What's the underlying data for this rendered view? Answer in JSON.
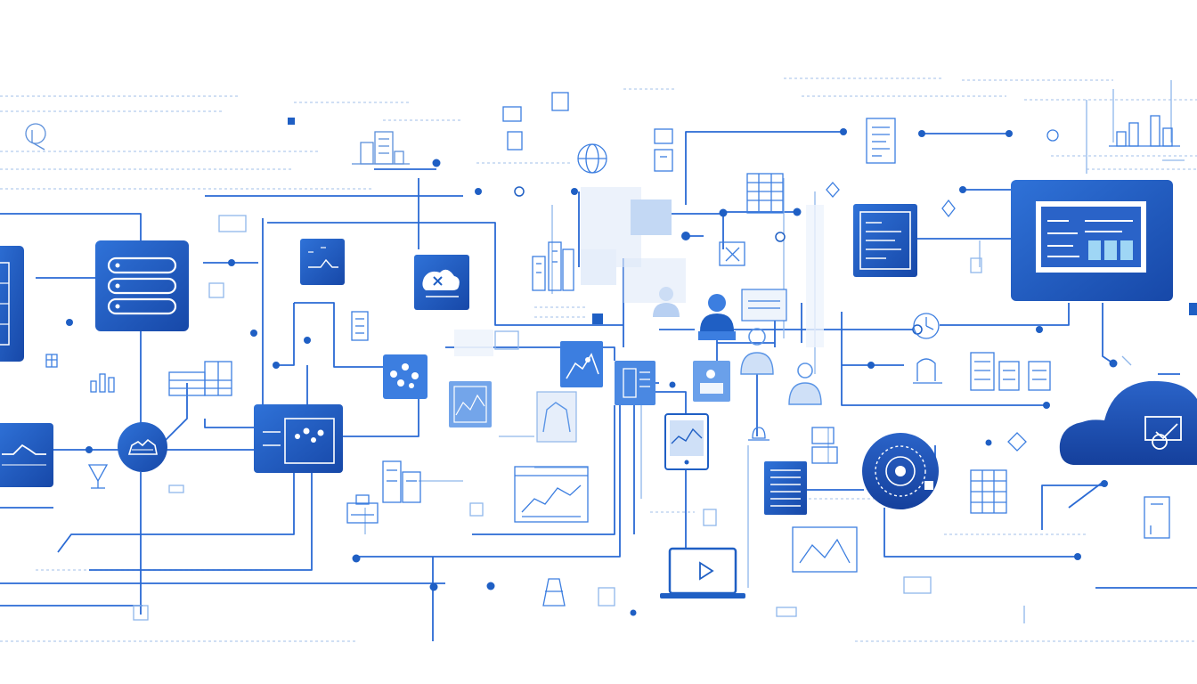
{
  "palette": {
    "primary": "#1f5fc4",
    "primary_dark": "#1748a8",
    "mid": "#3c7ee0",
    "light": "#8fb6ea",
    "pale": "#dce8f8",
    "faint": "#eef4fc",
    "line": "#2a6ad4",
    "faint_line": "#a9c4ea"
  },
  "nodes": [
    {
      "name": "database-server-icon",
      "kind": "database"
    },
    {
      "name": "main-dashboard-monitor-icon",
      "kind": "monitor"
    },
    {
      "name": "cloud-network-icon",
      "kind": "cloud"
    },
    {
      "name": "analytics-chart-panel-icon",
      "kind": "chart-panel"
    },
    {
      "name": "cloud-alert-icon",
      "kind": "cloud-x"
    },
    {
      "name": "network-cloud-hub-icon",
      "kind": "hub"
    },
    {
      "name": "settings-dial-icon",
      "kind": "dial"
    },
    {
      "name": "laptop-play-icon",
      "kind": "laptop"
    },
    {
      "name": "tablet-chart-icon",
      "kind": "tablet"
    },
    {
      "name": "user-avatar-icon",
      "kind": "user"
    },
    {
      "name": "document-report-icon",
      "kind": "document"
    },
    {
      "name": "server-rack-icon",
      "kind": "rack"
    },
    {
      "name": "line-chart-window-icon",
      "kind": "line-window"
    },
    {
      "name": "bar-chart-icon",
      "kind": "bars"
    },
    {
      "name": "spreadsheet-icon",
      "kind": "sheet"
    }
  ]
}
